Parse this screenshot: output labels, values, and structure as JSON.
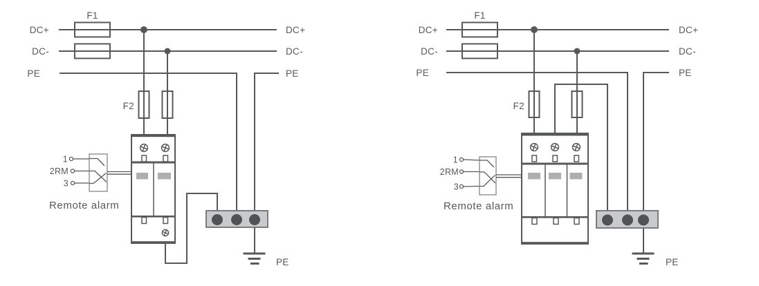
{
  "colors": {
    "line": "#57585a",
    "text": "#57585a",
    "busbar_fill": "#c9cacc",
    "busbar_border": "#707174",
    "busbar_terminal_dot": "#515254",
    "module_window": "#aeafb1",
    "background": "#ffffff"
  },
  "left": {
    "in": {
      "dc_plus": "DC+",
      "dc_minus": "DC-",
      "pe": "PE"
    },
    "out": {
      "dc_plus": "DC+",
      "dc_minus": "DC-",
      "pe": "PE"
    },
    "f1": "F1",
    "f2": "F2",
    "alarm": {
      "t1": "1",
      "t2": "2RM",
      "t3": "3",
      "caption": "Remote alarm"
    },
    "earth_pe": "PE"
  },
  "right": {
    "in": {
      "dc_plus": "DC+",
      "dc_minus": "DC-",
      "pe": "PE"
    },
    "out": {
      "dc_plus": "DC+",
      "dc_minus": "DC-",
      "pe": "PE"
    },
    "f1": "F1",
    "f2": "F2",
    "alarm": {
      "t1": "1",
      "t2": "2RM",
      "t3": "3",
      "caption": "Remote alarm"
    },
    "earth_pe": "PE"
  }
}
